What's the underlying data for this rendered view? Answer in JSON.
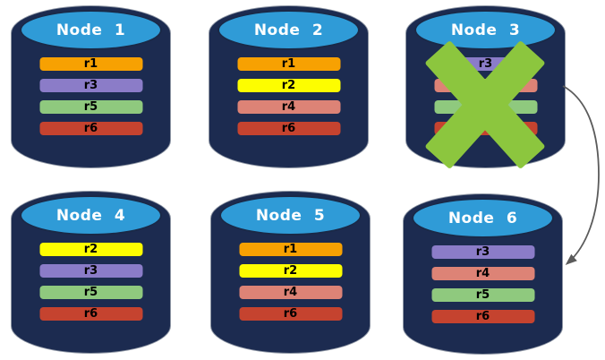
{
  "diagram": {
    "description": "Replica placement across six database nodes; Node 3 has failed and its replicas move to Node 6"
  },
  "styles": {
    "cylinder_body_color": "#1C2B50",
    "cylinder_top_color": "#2F9BD7",
    "title_color": "#FFFFFF",
    "bar_text_color": "#000000",
    "background_color": "#FFFFFF"
  },
  "replica_colors": {
    "r1": "#F7A102",
    "r2": "#FDFD00",
    "r3": "#8B7CC8",
    "r4": "#DD8376",
    "r5": "#8FC97E",
    "r6": "#C5432F"
  },
  "nodes": [
    {
      "title": "Node 1",
      "failed": false,
      "replicas": [
        {
          "label": "r1",
          "color": "#F7A102"
        },
        {
          "label": "r3",
          "color": "#8B7CC8"
        },
        {
          "label": "r5",
          "color": "#8FC97E"
        },
        {
          "label": "r6",
          "color": "#C5432F"
        }
      ]
    },
    {
      "title": "Node 2",
      "failed": false,
      "replicas": [
        {
          "label": "r1",
          "color": "#F7A102"
        },
        {
          "label": "r2",
          "color": "#FDFD00"
        },
        {
          "label": "r4",
          "color": "#DD8376"
        },
        {
          "label": "r6",
          "color": "#C5432F"
        }
      ]
    },
    {
      "title": "Node 3",
      "failed": true,
      "replicas": [
        {
          "label": "r3",
          "color": "#8B7CC8"
        },
        {
          "label": "r4",
          "color": "#DD8376"
        },
        {
          "label": "r5",
          "color": "#8FC97E"
        },
        {
          "label": "r6",
          "color": "#C5432F"
        }
      ]
    },
    {
      "title": "Node 4",
      "failed": false,
      "replicas": [
        {
          "label": "r2",
          "color": "#FDFD00"
        },
        {
          "label": "r3",
          "color": "#8B7CC8"
        },
        {
          "label": "r5",
          "color": "#8FC97E"
        },
        {
          "label": "r6",
          "color": "#C5432F"
        }
      ]
    },
    {
      "title": "Node 5",
      "failed": false,
      "replicas": [
        {
          "label": "r1",
          "color": "#F7A102"
        },
        {
          "label": "r2",
          "color": "#FDFD00"
        },
        {
          "label": "r4",
          "color": "#DD8376"
        },
        {
          "label": "r6",
          "color": "#C5432F"
        }
      ]
    },
    {
      "title": "Node 6",
      "failed": false,
      "replicas": [
        {
          "label": "r3",
          "color": "#8B7CC8"
        },
        {
          "label": "r4",
          "color": "#DD8376"
        },
        {
          "label": "r5",
          "color": "#8FC97E"
        },
        {
          "label": "r6",
          "color": "#C5432F"
        }
      ]
    }
  ],
  "failure_x": {
    "node": "Node 3",
    "color": "#8CC63E"
  },
  "arrow": {
    "from": "Node 3",
    "to": "Node 6",
    "color": "#5B5B5B"
  }
}
